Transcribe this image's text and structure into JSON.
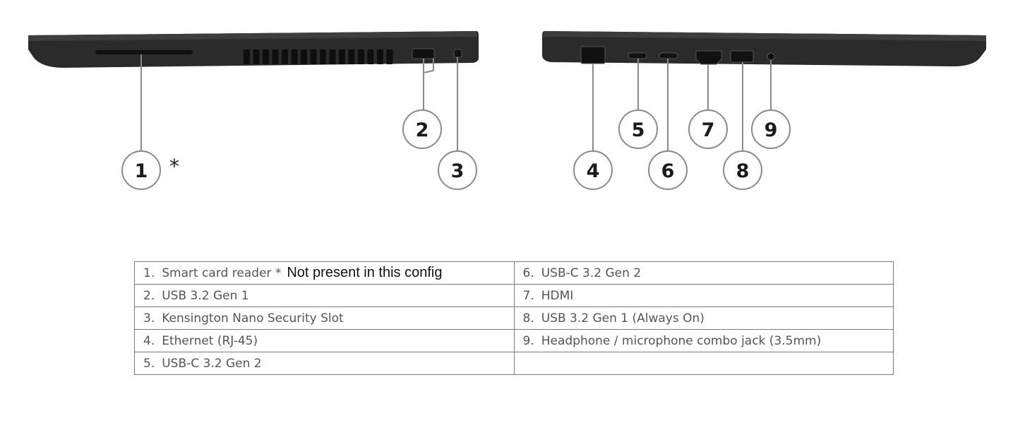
{
  "diagram": {
    "left_side_callouts": [
      {
        "number": "1",
        "suffix": "*"
      },
      {
        "number": "2"
      },
      {
        "number": "3"
      }
    ],
    "right_side_callouts": [
      {
        "number": "4"
      },
      {
        "number": "5"
      },
      {
        "number": "6"
      },
      {
        "number": "7"
      },
      {
        "number": "8"
      },
      {
        "number": "9"
      }
    ],
    "icons": [
      "smart-card-slot-icon",
      "vent-icon",
      "usb-a-port-icon",
      "lock-slot-icon",
      "ethernet-port-icon",
      "usb-c-port-icon",
      "hdmi-port-icon",
      "audio-jack-icon"
    ],
    "colors": {
      "chassis": "#2a2a2a",
      "chassis_edge": "#3c3c3c",
      "leader": "#8a8a8a",
      "circle_stroke": "#8a8a8a"
    }
  },
  "legend": {
    "rows": [
      {
        "left": {
          "num": "1.",
          "label": "Smart card reader *",
          "note": "Not present in this config"
        },
        "right": {
          "num": "6.",
          "label": "USB-C 3.2 Gen 2"
        }
      },
      {
        "left": {
          "num": "2.",
          "label": "USB 3.2 Gen 1"
        },
        "right": {
          "num": "7.",
          "label": "HDMI"
        }
      },
      {
        "left": {
          "num": "3.",
          "label": "Kensington Nano Security Slot"
        },
        "right": {
          "num": "8.",
          "label": "USB 3.2 Gen 1 (Always On)"
        }
      },
      {
        "left": {
          "num": "4.",
          "label": "Ethernet (RJ-45)"
        },
        "right": {
          "num": "9.",
          "label": "Headphone / microphone combo jack (3.5mm)"
        }
      },
      {
        "left": {
          "num": "5.",
          "label": "USB-C 3.2 Gen 2"
        },
        "right": {
          "num": "",
          "label": ""
        }
      }
    ]
  }
}
